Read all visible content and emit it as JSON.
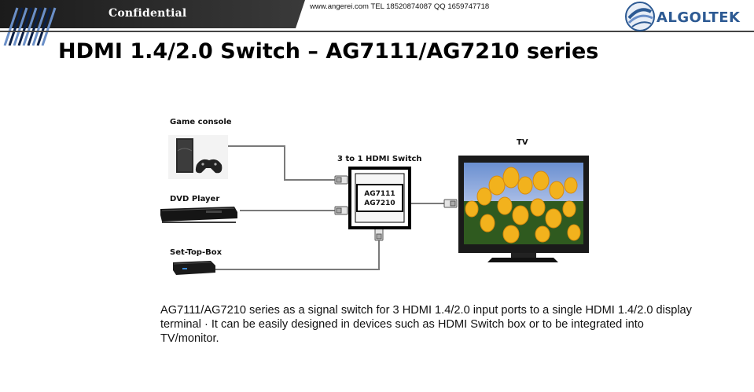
{
  "header": {
    "confidential_label": "Confidential",
    "contact_line": "www.angerei.com  TEL 18520874087  QQ 1659747718",
    "brand_name": "ALGOLTEK",
    "brand_color": "#2d5a93"
  },
  "slide": {
    "title": "HDMI 1.4/2.0 Switch – AG7111/AG7210 series",
    "description": "AG7111/AG7210 series as a signal switch for 3 HDMI 1.4/2.0 input ports to a single HDMI 1.4/2.0 display terminal · It can be easily designed in devices such as HDMI Switch box or to be integrated into TV/monitor."
  },
  "diagram": {
    "inputs": [
      {
        "label": "Game console",
        "icon": "game-console-icon"
      },
      {
        "label": "DVD Player",
        "icon": "dvd-player-icon"
      },
      {
        "label": "Set-Top-Box",
        "icon": "set-top-box-icon"
      }
    ],
    "switch": {
      "caption": "3 to 1 HDMI Switch",
      "chip_line1": "AG7111",
      "chip_line2": "AG7210"
    },
    "output": {
      "label": "TV",
      "icon": "tv-icon"
    }
  }
}
